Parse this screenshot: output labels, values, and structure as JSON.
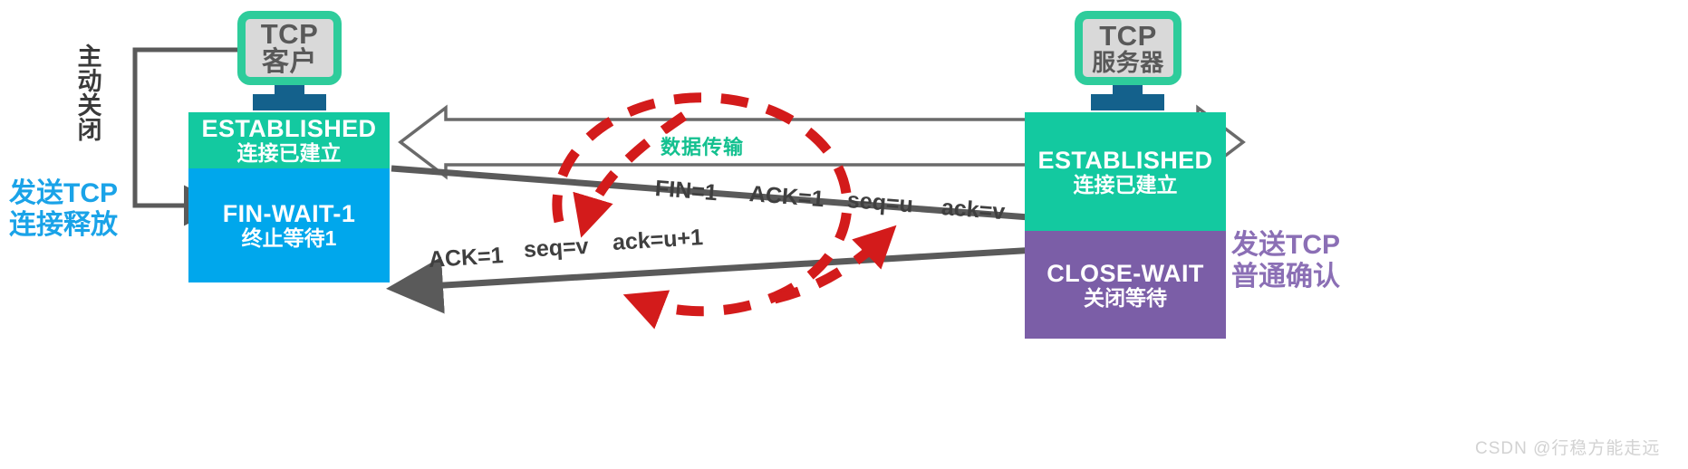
{
  "diagram": {
    "title": "TCP connection release (first two steps of four-way handshake)",
    "watermark": "CSDN @行稳方能走远"
  },
  "colors": {
    "established": "#13c9a0",
    "fin_wait": "#00a7ec",
    "close_wait": "#7b5ea7",
    "monitor_border": "#2ecc9b",
    "monitor_screen": "#d9d9d9",
    "monitor_stand": "#14618c",
    "arrow_gray": "#5a5a5a",
    "dashed_red": "#d31b1b",
    "blue_note": "#1aa3e8",
    "purple_note": "#8b6fb5",
    "data_label_green": "#13c08f"
  },
  "client": {
    "monitor": {
      "line1": "TCP",
      "line2": "客户"
    },
    "states": [
      {
        "en": "ESTABLISHED",
        "cn": "连接已建立"
      },
      {
        "en": "FIN-WAIT-1",
        "cn": "终止等待1"
      }
    ],
    "vertical_label": "主动关闭",
    "note": {
      "line1": "发送TCP",
      "line2": "连接释放"
    }
  },
  "server": {
    "monitor": {
      "line1": "TCP",
      "line2": "服务器"
    },
    "states": [
      {
        "en": "ESTABLISHED",
        "cn": "连接已建立"
      },
      {
        "en": "CLOSE-WAIT",
        "cn": "关闭等待"
      }
    ],
    "note": {
      "line1": "发送TCP",
      "line2": "普通确认"
    }
  },
  "data_transfer_label": "数据传输",
  "segments": [
    {
      "name": "fin-segment",
      "direction": "client-to-server",
      "fields": [
        "FIN=1",
        "ACK=1",
        "seq=u",
        "ack=v"
      ]
    },
    {
      "name": "ack-segment",
      "direction": "server-to-client",
      "fields": [
        "ACK=1",
        "seq=v",
        "ack=u+1"
      ]
    }
  ]
}
